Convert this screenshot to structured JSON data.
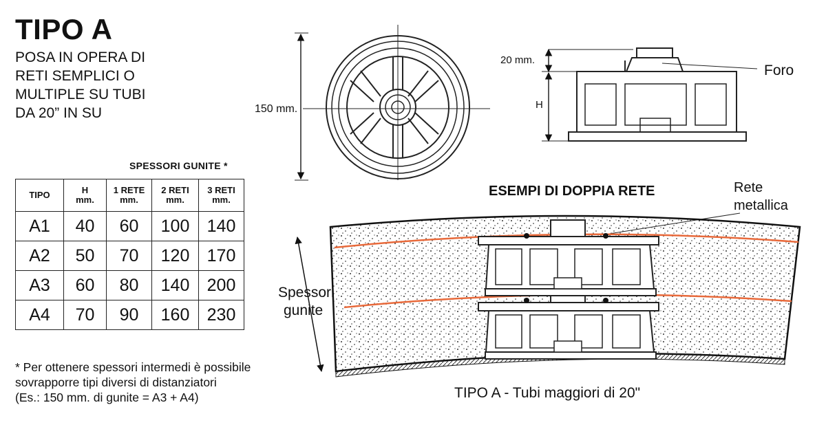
{
  "title": "TIPO A",
  "subtitle_lines": [
    "POSA IN OPERA DI",
    "RETI SEMPLICI O",
    "MULTIPLE SU TUBI",
    "DA 20” IN SU"
  ],
  "table": {
    "group_header": "SPESSORI GUNITE *",
    "headers": [
      [
        "TIPO"
      ],
      [
        "H",
        "mm."
      ],
      [
        "1 RETE",
        "mm."
      ],
      [
        "2 RETI",
        "mm."
      ],
      [
        "3 RETI",
        "mm."
      ]
    ],
    "rows": [
      [
        "A1",
        "40",
        "60",
        "100",
        "140"
      ],
      [
        "A2",
        "50",
        "70",
        "120",
        "170"
      ],
      [
        "A3",
        "60",
        "80",
        "140",
        "200"
      ],
      [
        "A4",
        "70",
        "90",
        "160",
        "230"
      ]
    ]
  },
  "footnote_lines": [
    "* Per ottenere spessori intermedi è possibile",
    "sovrapporre tipi diversi di distanziatori",
    "(Es.: 150 mm. di gunite = A3 + A4)"
  ],
  "diagram": {
    "top_view_dimension": "150 mm.",
    "side_top_dimension": "20 mm.",
    "side_height_label": "H",
    "hole_label": "Foro",
    "section_title": "ESEMPI DI DOPPIA RETE",
    "mesh_label_lines": [
      "Rete",
      "metallica"
    ],
    "thickness_label_lines": [
      "Spessori",
      "gunite"
    ],
    "caption": "TIPO A - Tubi maggiori di 20\""
  },
  "colors": {
    "mesh_line": "#e8693a",
    "ink": "#111111"
  }
}
